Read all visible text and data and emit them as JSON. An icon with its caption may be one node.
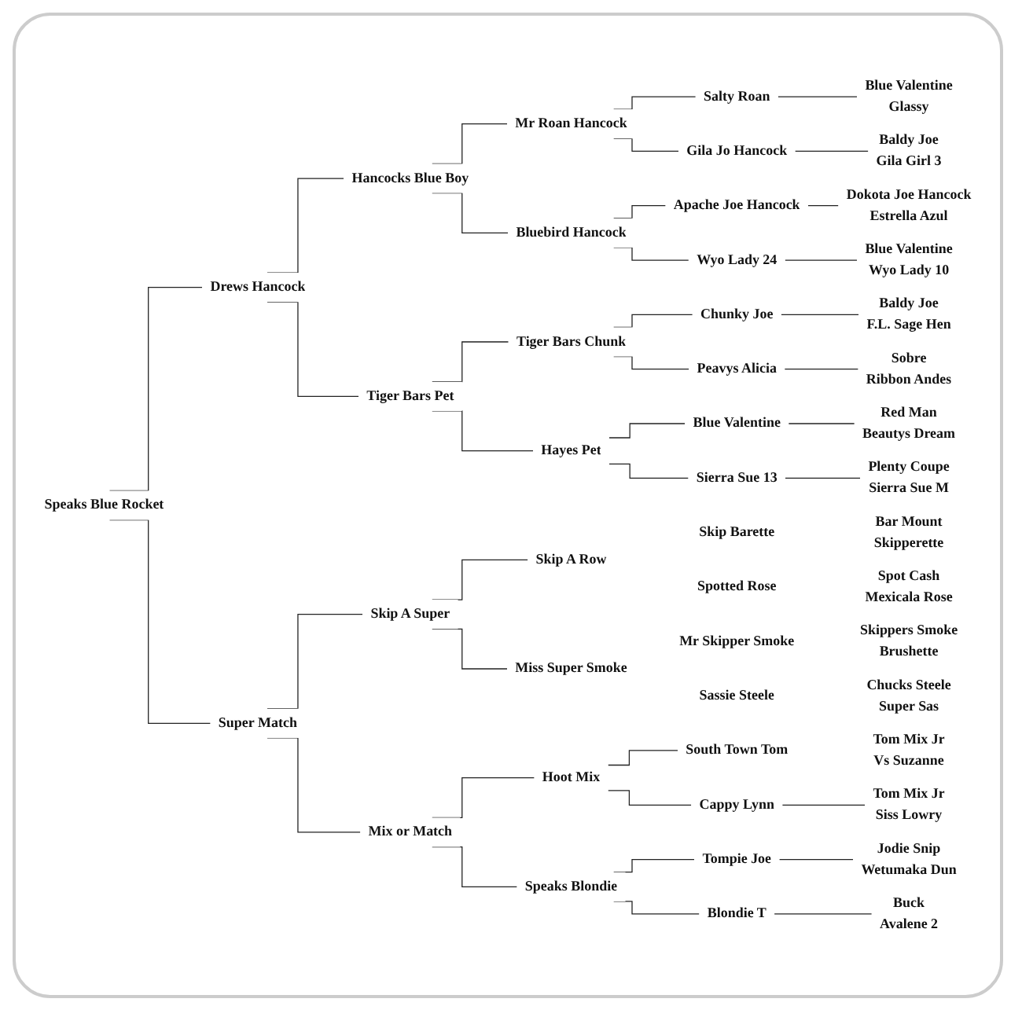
{
  "diagram": {
    "nodes": [
      {
        "text": [
          "Speaks Blue Rocket"
        ]
      },
      {
        "text": [
          "Drews Hancock"
        ]
      },
      {
        "text": [
          "Super Match"
        ]
      },
      {
        "text": [
          "Hancocks Blue Boy"
        ]
      },
      {
        "text": [
          "Tiger Bars Pet"
        ]
      },
      {
        "text": [
          "Skip A Super"
        ]
      },
      {
        "text": [
          "Mix or Match"
        ]
      },
      {
        "text": [
          "Mr Roan Hancock"
        ]
      },
      {
        "text": [
          "Bluebird Hancock"
        ]
      },
      {
        "text": [
          "Tiger Bars Chunk"
        ]
      },
      {
        "text": [
          "Hayes Pet"
        ]
      },
      {
        "text": [
          "Skip A Row"
        ]
      },
      {
        "text": [
          "Miss Super Smoke"
        ]
      },
      {
        "text": [
          "Hoot Mix"
        ]
      },
      {
        "text": [
          "Speaks Blondie"
        ]
      },
      {
        "text": [
          "Salty Roan"
        ]
      },
      {
        "text": [
          "Gila Jo Hancock"
        ]
      },
      {
        "text": [
          "Apache Joe Hancock"
        ]
      },
      {
        "text": [
          "Wyo Lady 24"
        ]
      },
      {
        "text": [
          "Chunky Joe"
        ]
      },
      {
        "text": [
          "Peavys Alicia"
        ]
      },
      {
        "text": [
          "Blue Valentine"
        ]
      },
      {
        "text": [
          "Sierra Sue 13"
        ]
      },
      {
        "text": [
          "Skip Barette"
        ]
      },
      {
        "text": [
          "Spotted Rose"
        ]
      },
      {
        "text": [
          "Mr Skipper Smoke"
        ]
      },
      {
        "text": [
          "Sassie Steele"
        ]
      },
      {
        "text": [
          "South Town Tom"
        ]
      },
      {
        "text": [
          "Cappy Lynn"
        ]
      },
      {
        "text": [
          "Tompie Joe"
        ]
      },
      {
        "text": [
          "Blondie T"
        ]
      },
      {
        "text": [
          "Blue Valentine",
          "Glassy"
        ]
      },
      {
        "text": [
          "Baldy Joe",
          "Gila Girl 3"
        ]
      },
      {
        "text": [
          "Dokota Joe Hancock",
          "Estrella Azul"
        ]
      },
      {
        "text": [
          "Blue Valentine",
          "Wyo Lady 10"
        ]
      },
      {
        "text": [
          "Baldy Joe",
          "F.L. Sage Hen"
        ]
      },
      {
        "text": [
          "Sobre",
          "Ribbon Andes"
        ]
      },
      {
        "text": [
          "Red Man",
          "Beautys Dream"
        ]
      },
      {
        "text": [
          "Plenty Coupe",
          "Sierra Sue M"
        ]
      },
      {
        "text": [
          "Bar Mount",
          "Skipperette"
        ]
      },
      {
        "text": [
          "Spot Cash",
          "Mexicala Rose"
        ]
      },
      {
        "text": [
          "Skippers Smoke",
          "Brushette"
        ]
      },
      {
        "text": [
          "Chucks Steele",
          "Super Sas"
        ]
      },
      {
        "text": [
          "Tom Mix Jr",
          "Vs Suzanne"
        ]
      },
      {
        "text": [
          "Tom Mix Jr",
          "Siss Lowry"
        ]
      },
      {
        "text": [
          "Jodie Snip",
          "Wetumaka Dun"
        ]
      },
      {
        "text": [
          "Buck",
          "Avalene 2"
        ]
      }
    ],
    "edges": [
      {
        "from": 0,
        "to": 1,
        "arrow": "none"
      },
      {
        "from": 0,
        "to": 2,
        "arrow": "none"
      },
      {
        "from": 1,
        "to": 3,
        "arrow": "none"
      },
      {
        "from": 1,
        "to": 4,
        "arrow": "none"
      },
      {
        "from": 2,
        "to": 5,
        "arrow": "none"
      },
      {
        "from": 2,
        "to": 6,
        "arrow": "none"
      },
      {
        "from": 3,
        "to": 7,
        "arrow": "none"
      },
      {
        "from": 3,
        "to": 8,
        "arrow": "none"
      },
      {
        "from": 4,
        "to": 9,
        "arrow": "none"
      },
      {
        "from": 4,
        "to": 10,
        "arrow": "none"
      },
      {
        "from": 5,
        "to": 11,
        "arrow": "none"
      },
      {
        "from": 5,
        "to": 12,
        "arrow": "none"
      },
      {
        "from": 6,
        "to": 13,
        "arrow": "none"
      },
      {
        "from": 6,
        "to": 14,
        "arrow": "none"
      },
      {
        "from": 7,
        "to": 15,
        "arrow": "none"
      },
      {
        "from": 7,
        "to": 16,
        "arrow": "none"
      },
      {
        "from": 8,
        "to": 17,
        "arrow": "none"
      },
      {
        "from": 8,
        "to": 18,
        "arrow": "none"
      },
      {
        "from": 9,
        "to": 19,
        "arrow": "none"
      },
      {
        "from": 9,
        "to": 20,
        "arrow": "none"
      },
      {
        "from": 10,
        "to": 21,
        "arrow": "none"
      },
      {
        "from": 10,
        "to": 22,
        "arrow": "none"
      },
      {
        "from": 13,
        "to": 27,
        "arrow": "none"
      },
      {
        "from": 13,
        "to": 28,
        "arrow": "none"
      },
      {
        "from": 14,
        "to": 29,
        "arrow": "none"
      },
      {
        "from": 14,
        "to": 30,
        "arrow": "none"
      },
      {
        "from": 15,
        "to": 31,
        "arrow": "none"
      },
      {
        "from": 16,
        "to": 32,
        "arrow": "none"
      },
      {
        "from": 17,
        "to": 33,
        "arrow": "none"
      },
      {
        "from": 18,
        "to": 34,
        "arrow": "none"
      },
      {
        "from": 19,
        "to": 35,
        "arrow": "none"
      },
      {
        "from": 20,
        "to": 36,
        "arrow": "none"
      },
      {
        "from": 21,
        "to": 37,
        "arrow": "none"
      },
      {
        "from": 22,
        "to": 38,
        "arrow": "none"
      },
      {
        "from": 28,
        "to": 44,
        "arrow": "none"
      },
      {
        "from": 29,
        "to": 45,
        "arrow": "none"
      },
      {
        "from": 30,
        "to": 46,
        "arrow": "none"
      }
    ]
  }
}
